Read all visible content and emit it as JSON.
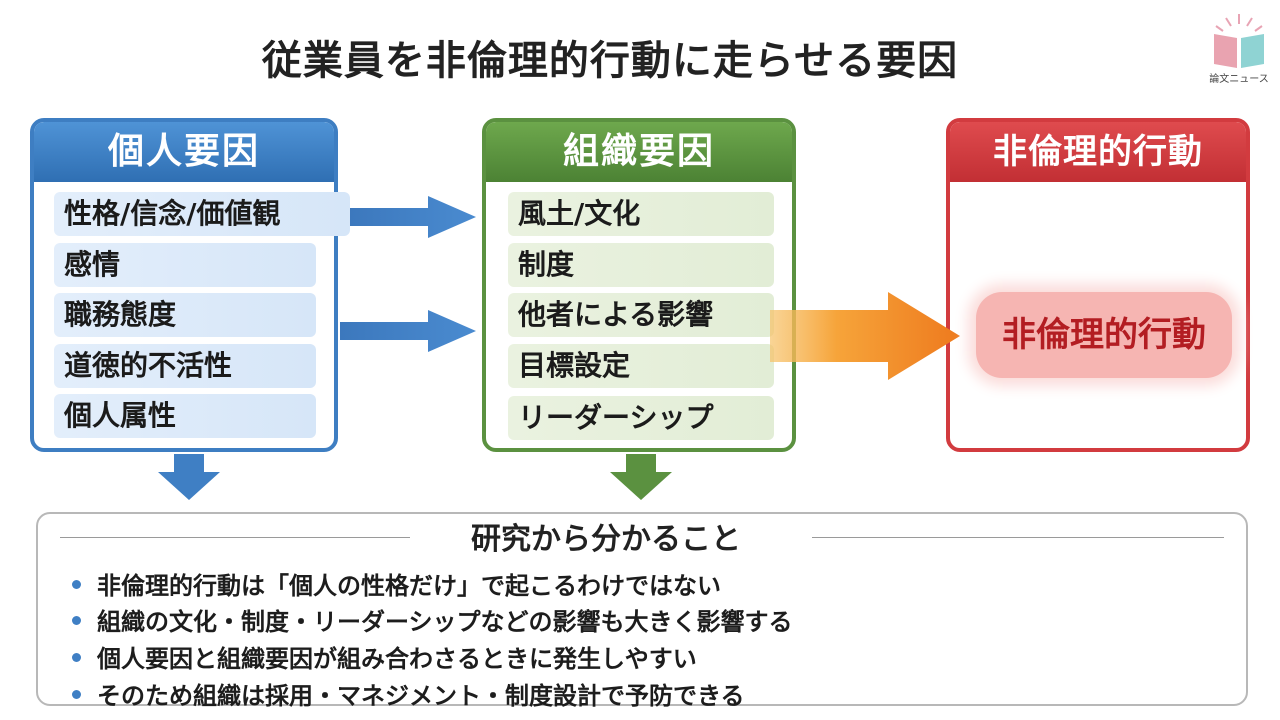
{
  "title": "従業員を非倫理的行動に走らせる要因",
  "logo": {
    "text": "論文ニュース"
  },
  "individual": {
    "header": "個人要因",
    "items": [
      "性格/信念/価値観",
      "感情",
      "職務態度",
      "道徳的不活性",
      "個人属性"
    ]
  },
  "organizational": {
    "header": "組織要因",
    "items": [
      "風土/文化",
      "制度",
      "他者による影響",
      "目標設定",
      "リーダーシップ"
    ]
  },
  "outcome": {
    "header": "非倫理的行動",
    "label": "非倫理的行動"
  },
  "findings": {
    "title": "研究から分かること",
    "items": [
      "非倫理的行動は「個人の性格だけ」で起こるわけではない",
      "組織の文化・制度・リーダーシップなどの影響も大きく影響する",
      "個人要因と組織要因が組み合わさるときに発生しやすい",
      "そのため組織は採用・マネジメント・制度設計で予防できる"
    ]
  },
  "colors": {
    "individual": "#3e7ec2",
    "organizational": "#5b9140",
    "outcome": "#d23b3f",
    "arrow_blue": "#3f7fc4",
    "arrow_green": "#5b9140",
    "arrow_orange": "#f08a24"
  }
}
